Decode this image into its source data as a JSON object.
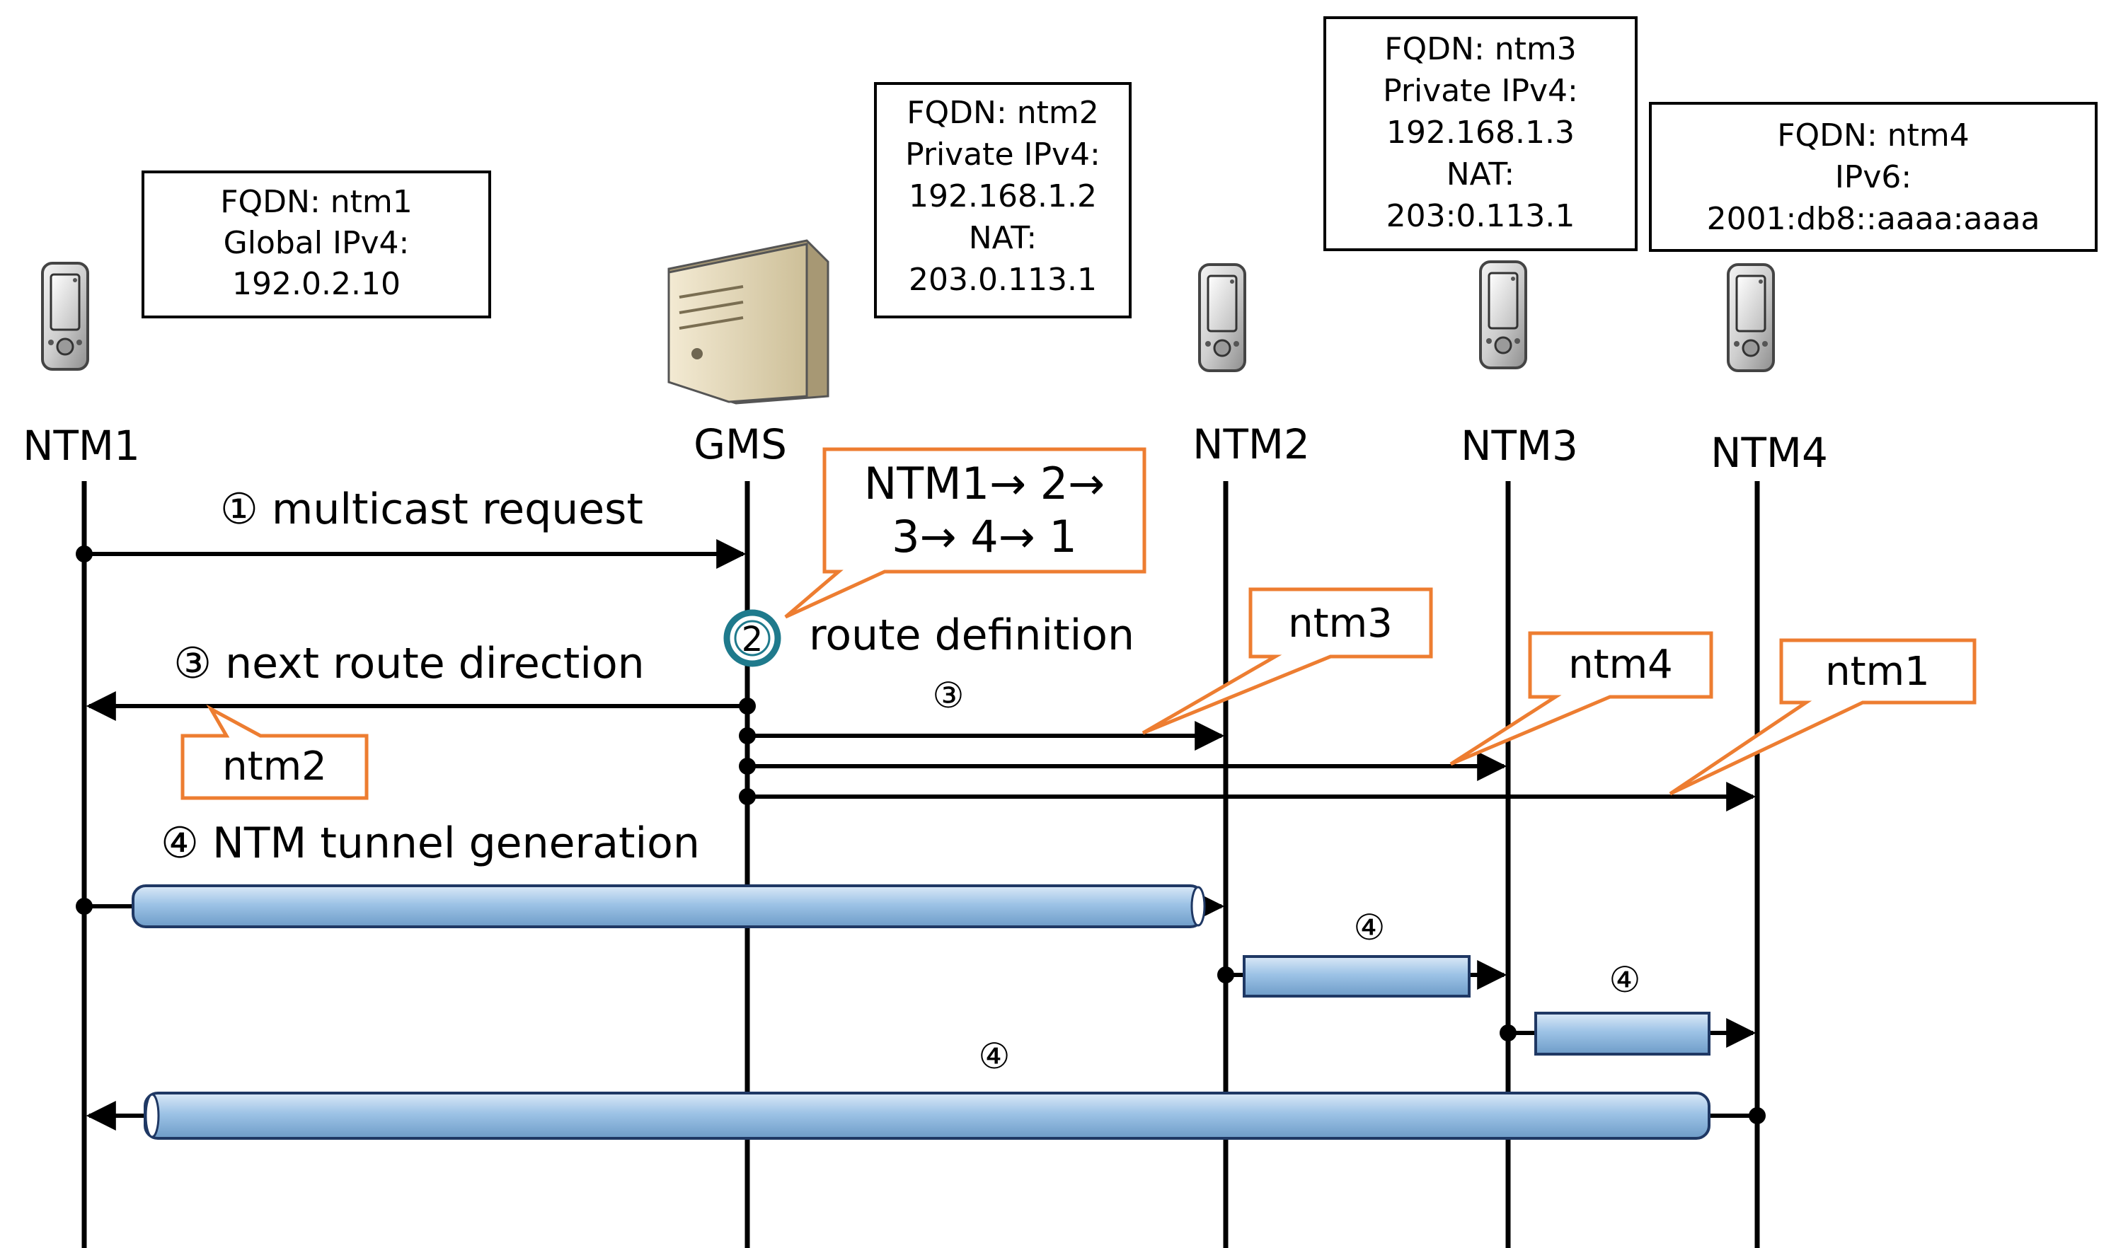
{
  "actors": [
    {
      "id": "ntm1",
      "label": "NTM1",
      "icon": "mobile-device-icon"
    },
    {
      "id": "gms",
      "label": "GMS",
      "icon": "server-tower-icon"
    },
    {
      "id": "ntm2",
      "label": "NTM2",
      "icon": "mobile-device-icon"
    },
    {
      "id": "ntm3",
      "label": "NTM3",
      "icon": "mobile-device-icon"
    },
    {
      "id": "ntm4",
      "label": "NTM4",
      "icon": "mobile-device-icon"
    }
  ],
  "info_boxes": {
    "ntm1": [
      "FQDN: ntm1",
      "Global IPv4:",
      "192.0.2.10"
    ],
    "ntm2": [
      "FQDN: ntm2",
      "Private IPv4:",
      "192.168.1.2",
      "NAT:",
      "203.0.113.1"
    ],
    "ntm3": [
      "FQDN: ntm3",
      "Private IPv4:",
      "192.168.1.3",
      "NAT:",
      "203:0.113.1"
    ],
    "ntm4": [
      "FQDN: ntm4",
      "IPv6:",
      "2001:db8::aaaa:aaaa"
    ]
  },
  "messages": {
    "multicast_request": "① multicast request",
    "route_step_number": "2",
    "route_definition": "route definition",
    "next_route_direction": "③ next route direction",
    "step3_small": "③",
    "tunnel_generation": "④ NTM tunnel generation",
    "step4_small": "④"
  },
  "callouts": {
    "route_order": [
      "NTM1→ 2→",
      "3→ 4→ 1"
    ],
    "ntm2": "ntm2",
    "ntm3": "ntm3",
    "ntm4": "ntm4",
    "ntm1": "ntm1"
  },
  "colors": {
    "callout_border": "#ed7d31",
    "tunnel_fill": "#9dc3e6",
    "tunnel_stroke": "#1f3864",
    "step2_ring": "#1f7a8c"
  }
}
